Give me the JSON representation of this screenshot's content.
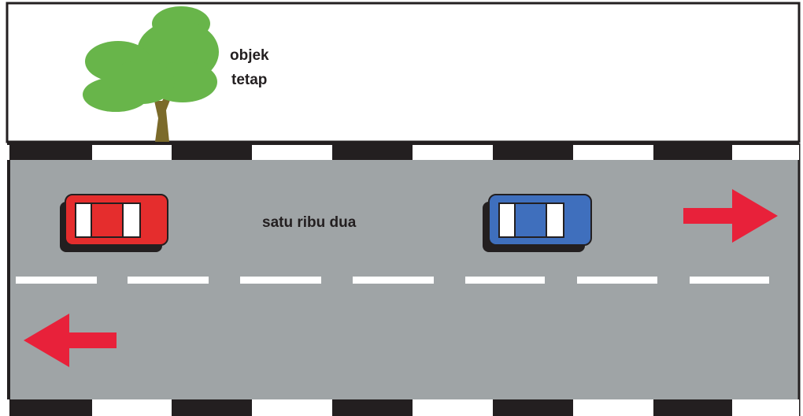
{
  "tree_label": {
    "line1": "objek",
    "line2": "tetap"
  },
  "road_label": "satu ribu dua",
  "colors": {
    "road": "#9fa4a6",
    "foliage": "#68b54a",
    "trunk": "#7b6a2a",
    "car_red": "#e52d2d",
    "car_blue": "#3f6fbd",
    "arrow": "#e8213a",
    "border": "#231f20"
  },
  "cars": [
    {
      "name": "red-car",
      "color": "car_red"
    },
    {
      "name": "blue-car",
      "color": "car_blue"
    }
  ],
  "arrows": [
    {
      "name": "right-arrow",
      "direction": "right"
    },
    {
      "name": "left-arrow",
      "direction": "left"
    }
  ]
}
